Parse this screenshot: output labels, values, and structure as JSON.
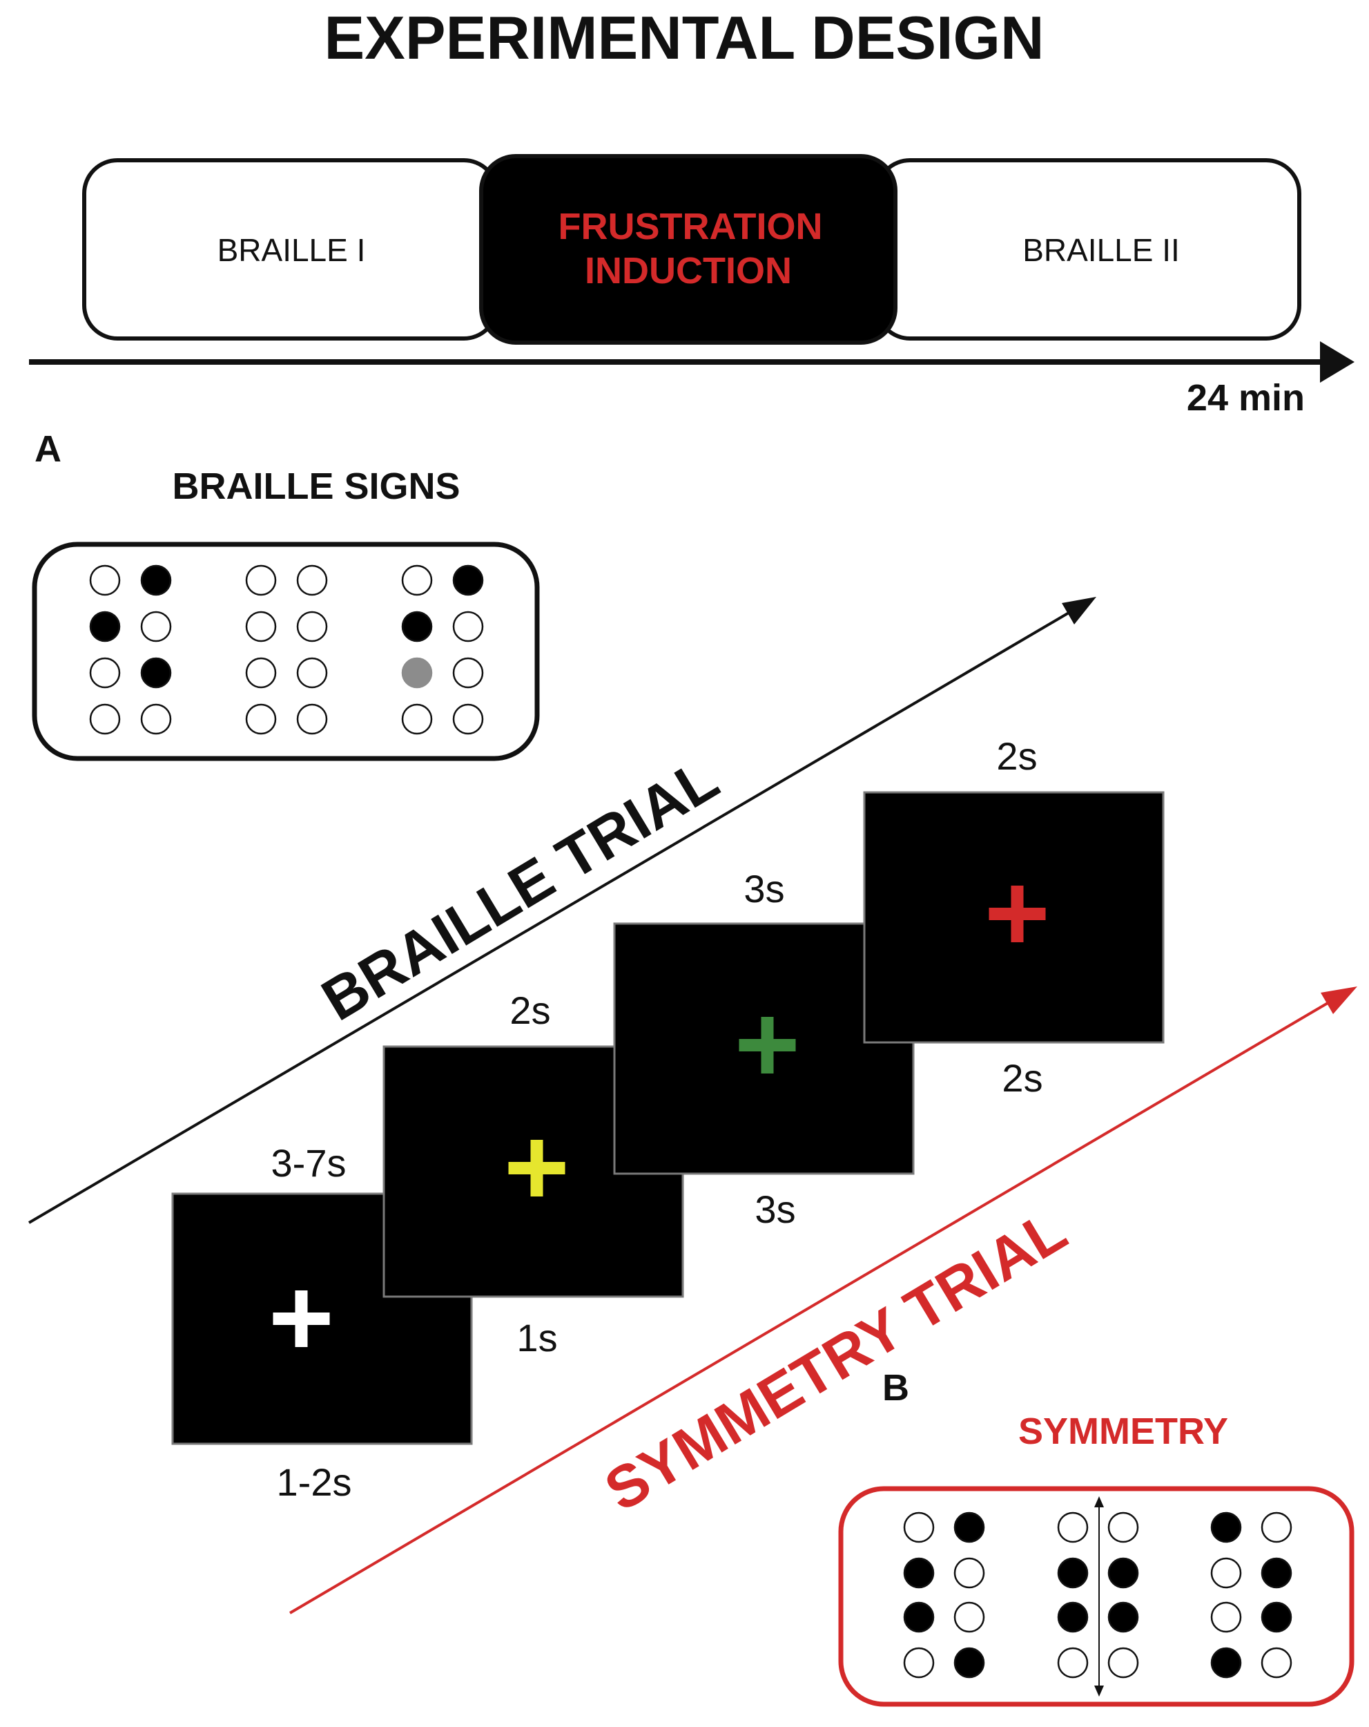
{
  "title": "EXPERIMENTAL DESIGN",
  "timeline": {
    "phases": [
      "BRAILLE I",
      "FRUSTRATION",
      "INDUCTION",
      "BRAILLE II"
    ],
    "duration_label": "24 min"
  },
  "panel_a": {
    "letter": "A",
    "heading": "BRAILLE SIGNS",
    "cells": [
      [
        "open",
        "filled",
        "filled",
        "open",
        "open",
        "filled",
        "open",
        "open"
      ],
      [
        "open",
        "open",
        "open",
        "open",
        "open",
        "open",
        "open",
        "open"
      ],
      [
        "open",
        "filled",
        "filled",
        "open",
        "gray",
        "open",
        "open",
        "open"
      ]
    ]
  },
  "panel_b": {
    "letter": "B",
    "heading": "SYMMETRY",
    "cells": [
      [
        "open",
        "filled",
        "filled",
        "open",
        "filled",
        "open",
        "open",
        "filled"
      ],
      [
        "open",
        "open",
        "filled",
        "filled",
        "filled",
        "filled",
        "open",
        "open"
      ],
      [
        "filled",
        "open",
        "open",
        "filled",
        "open",
        "filled",
        "filled",
        "open"
      ]
    ]
  },
  "trials": {
    "braille_label": "BRAILLE TRIAL",
    "symmetry_label": "SYMMETRY TRIAL"
  },
  "screens": [
    {
      "cross_color": "#ffffff",
      "braille_time": "3-7s",
      "symmetry_time": "1-2s"
    },
    {
      "cross_color": "#e6e62e",
      "braille_time": "2s",
      "symmetry_time": "1s"
    },
    {
      "cross_color": "#3d8a3d",
      "braille_time": "3s",
      "symmetry_time": "3s"
    },
    {
      "cross_color": "#d42a2a",
      "braille_time": "2s",
      "symmetry_time": "2s"
    }
  ],
  "colors": {
    "accent_red": "#d42a2a",
    "dot_gray": "#8c8c8c",
    "screen_black": "#000000"
  }
}
